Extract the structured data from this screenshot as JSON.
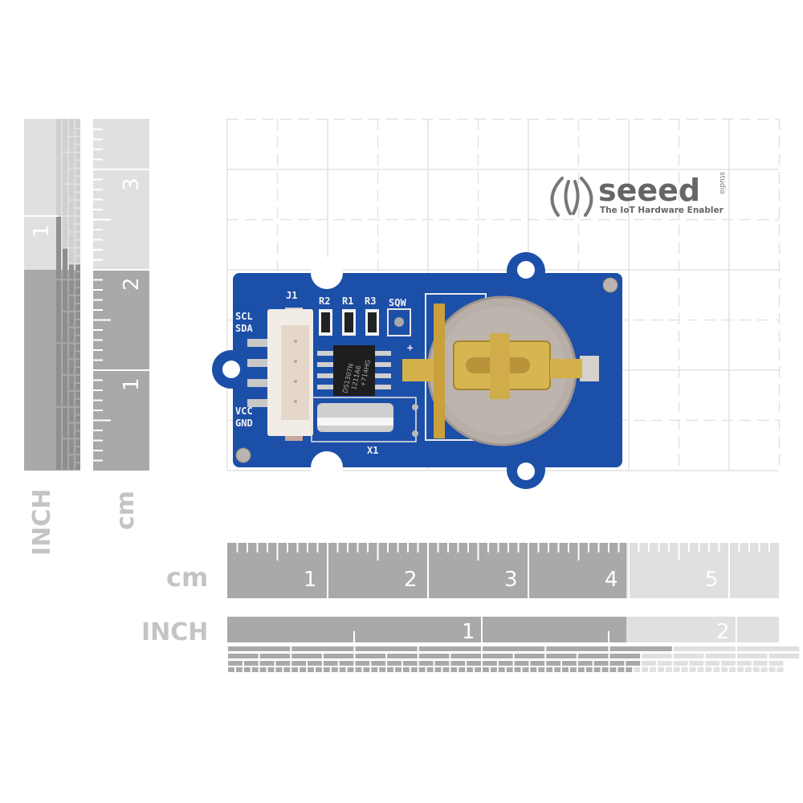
{
  "logo": {
    "brand": "seeed",
    "sub": "studio",
    "tagline": "The IoT Hardware Enabler"
  },
  "rulers": {
    "horizontal_cm": {
      "unit_label": "cm",
      "numbers": [
        "1",
        "2",
        "3",
        "4",
        "5"
      ]
    },
    "horizontal_inch": {
      "unit_label": "INCH",
      "numbers": [
        "1",
        "2"
      ]
    },
    "vertical_cm": {
      "unit_label": "cm",
      "numbers": [
        "1",
        "2",
        "3"
      ]
    },
    "vertical_inch": {
      "unit_label": "INCH",
      "numbers": [
        "1"
      ]
    }
  },
  "board": {
    "connector": "J1",
    "pins": [
      "SCL",
      "SDA",
      "VCC",
      "GND"
    ],
    "resistors": [
      "R2",
      "R1",
      "R3"
    ],
    "test_pad": "SQW",
    "plus": "+",
    "crystal": "X1",
    "chip_lines": [
      "DS1307N",
      "1211A6",
      "+714HG"
    ]
  },
  "colors": {
    "pcb": "#1c4fa8",
    "ruler_dark": "#a9a9a9",
    "ruler_light": "#e0e0e0",
    "gold": "#c9a23a"
  }
}
